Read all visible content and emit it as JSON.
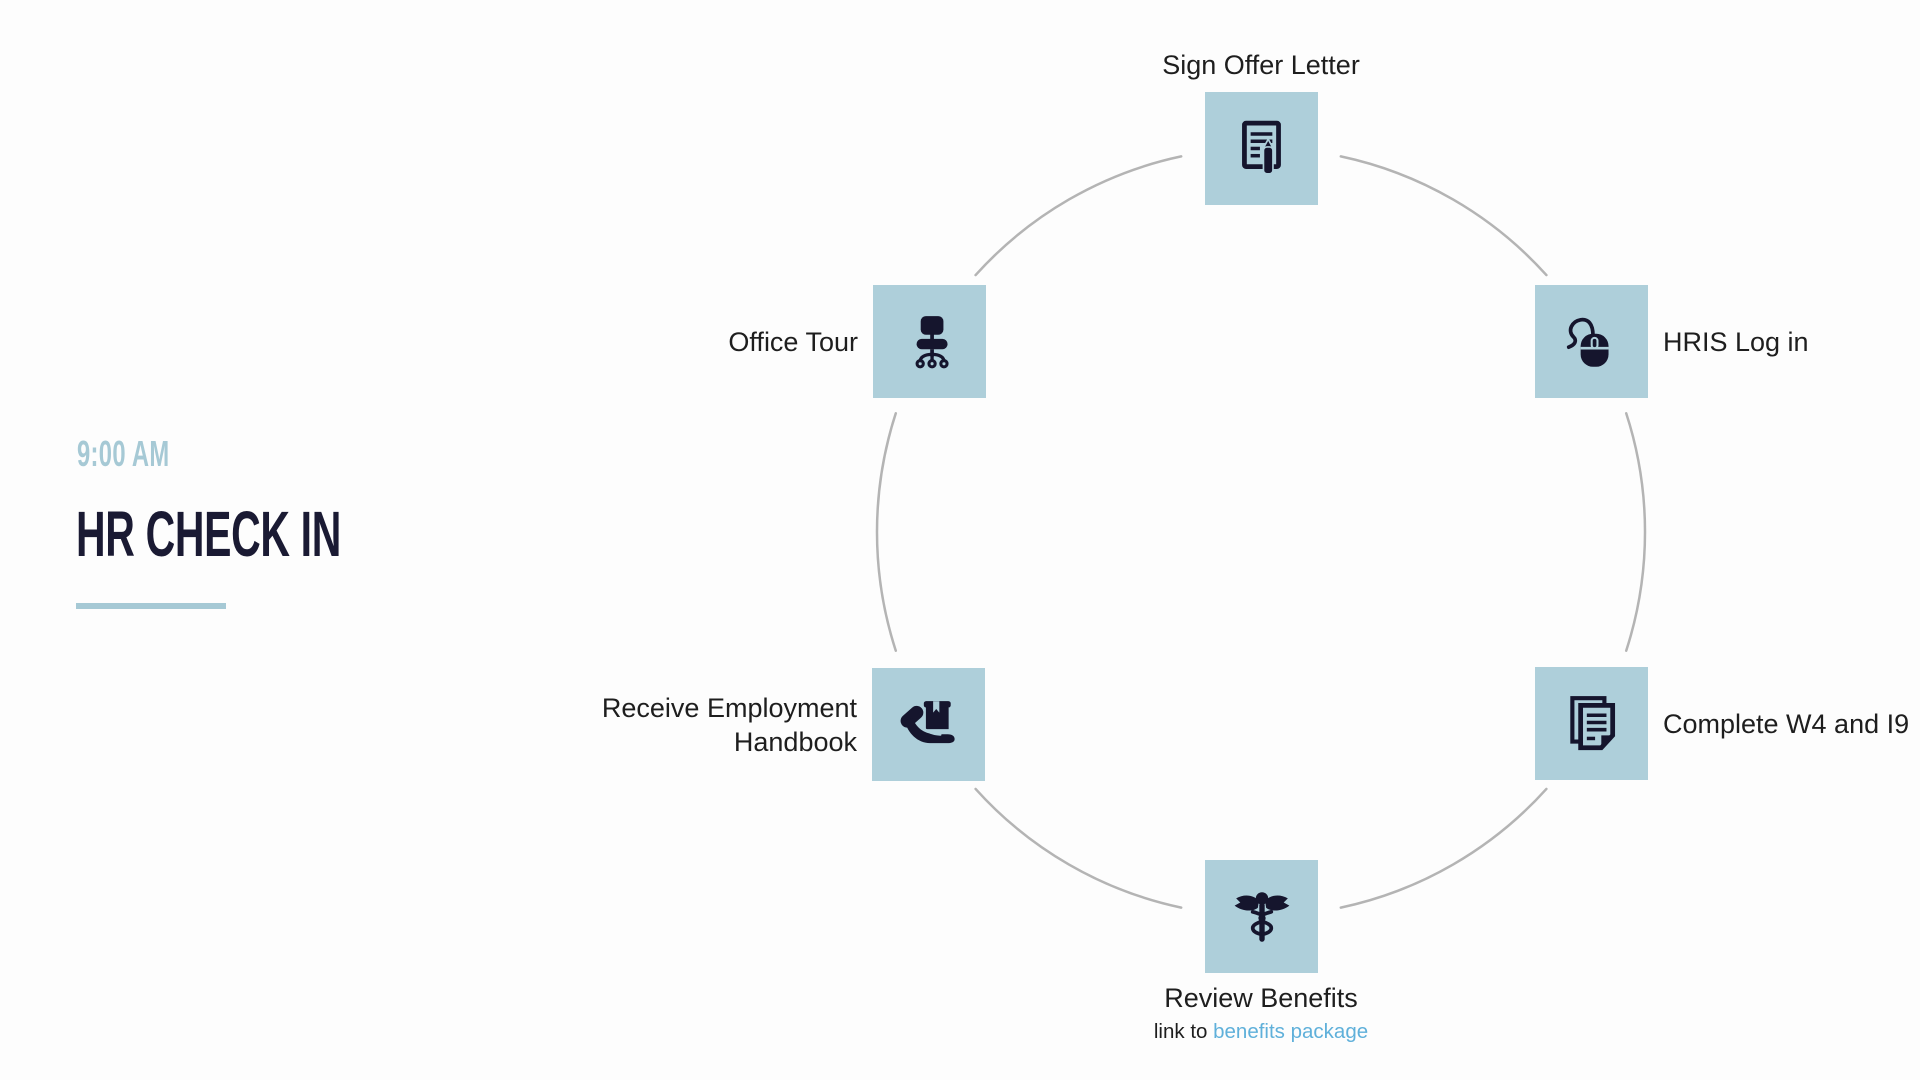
{
  "schedule": {
    "time": "9:00 AM",
    "title": "HR CHECK IN"
  },
  "colors": {
    "box_blue": "#aecfda",
    "icon_navy": "#15152d",
    "title_navy": "#1a1a33",
    "muted_blue_accent": "#a6c9d5",
    "link_blue": "#5fb0da",
    "label_text": "#1e1e1e",
    "arc_gray": "#b4b4b4",
    "background": "#fdfdfd"
  },
  "diagram": {
    "shape": "six-step circular cycle",
    "steps": [
      {
        "label": "Sign Offer Letter",
        "icon": "document-pencil-icon",
        "position": "top"
      },
      {
        "label": "HRIS Log in",
        "icon": "computer-mouse-icon",
        "position": "upper-right"
      },
      {
        "label": "Complete W4 and I9",
        "icon": "paperwork-stack-icon",
        "position": "lower-right"
      },
      {
        "label": "Review Benefits",
        "icon": "caduceus-icon",
        "position": "bottom",
        "sub_label_prefix": "link to ",
        "sub_label_link": "benefits package"
      },
      {
        "label": "Receive Employment Handbook",
        "icon": "hand-holding-book-icon",
        "position": "lower-left"
      },
      {
        "label": "Office Tour",
        "icon": "office-chair-icon",
        "position": "upper-left"
      }
    ]
  }
}
